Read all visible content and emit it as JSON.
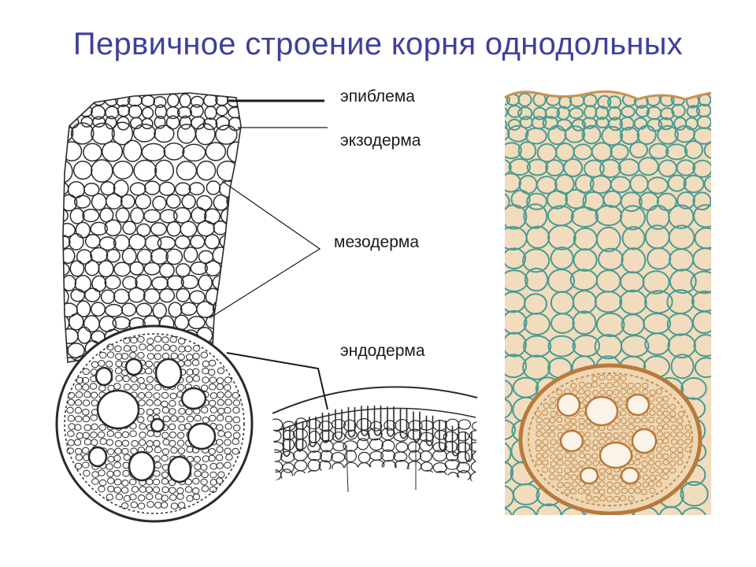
{
  "title": "Первичное строение корня однодольных",
  "labels": {
    "epiblema": "эпиблема",
    "ekzoderma": "экзодерма",
    "mezoderma": "мезодерма",
    "endoderma": "эндодерма"
  },
  "colors": {
    "title": "#3f3f9c",
    "label": "#1a1a1a",
    "cell_wall_drawing": "#2a2a2a",
    "micrograph_background": "#f1dcbd",
    "micrograph_cell_wall": "#4a9b93",
    "micrograph_stele_wall": "#b8793c"
  }
}
